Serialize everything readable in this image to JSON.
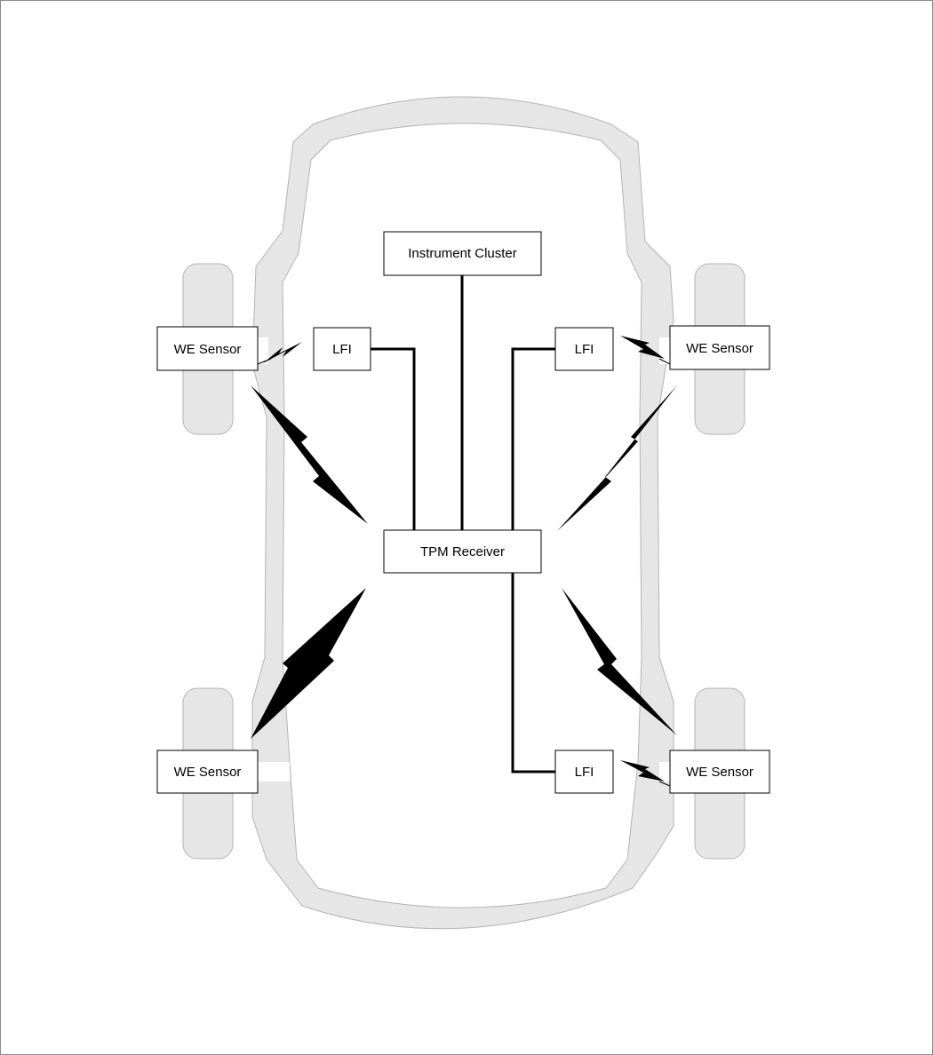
{
  "labels": {
    "instrument_cluster": "Instrument Cluster",
    "tpm_receiver": "TPM Receiver",
    "lfi": "LFI",
    "we_sensor": "WE Sensor"
  },
  "colors": {
    "body_fill": "#e6e6e6",
    "body_outline": "#b4b4b4",
    "line": "#000000",
    "box_fill": "#ffffff"
  },
  "icons": {
    "wireless_link": "lightning-bolt-icon"
  }
}
